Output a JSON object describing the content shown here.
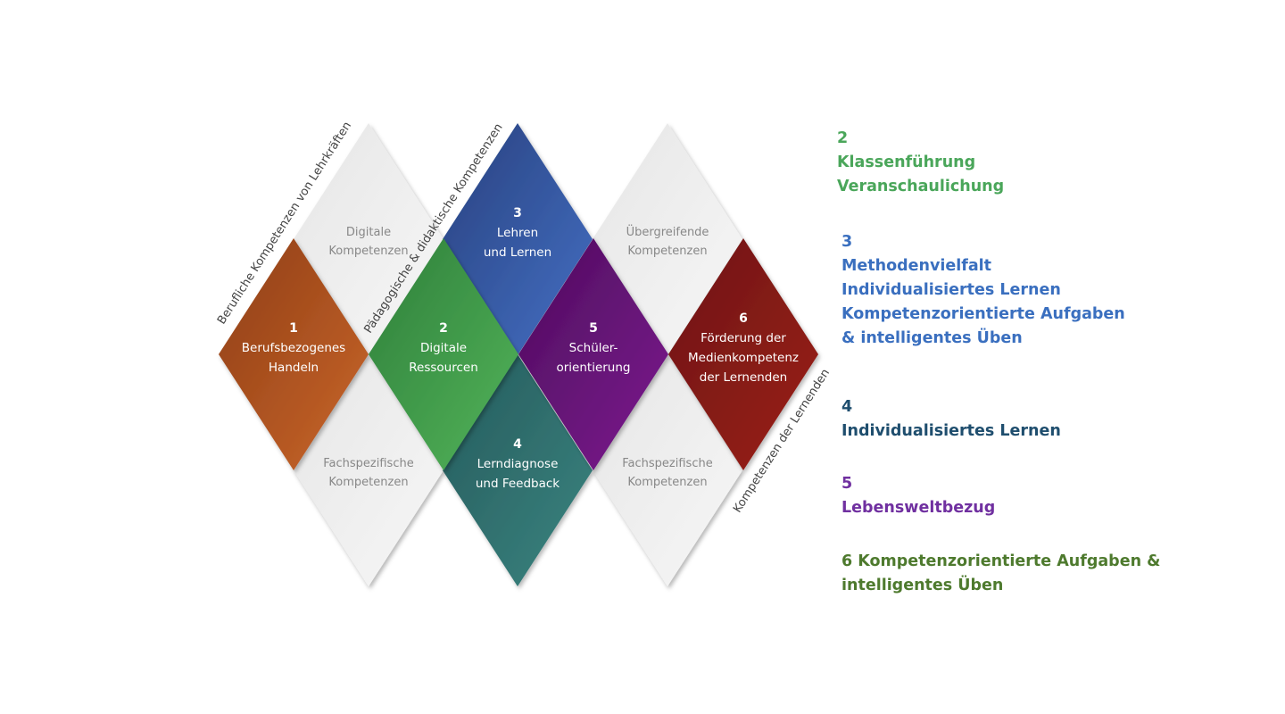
{
  "colors": {
    "orange": "#b5561e",
    "gray": "#ededed",
    "blue": "#3557a8",
    "green": "#3f9f4a",
    "purple": "#69157a",
    "red": "#8b1b15",
    "teal": "#2f6f6e",
    "legend2": "#4aa65a",
    "legend3": "#3a6fbf",
    "legend4": "#1f4e6e",
    "legend5": "#7030a0",
    "legend6": "#4e7a2e"
  },
  "axes": {
    "left": "Berufliche Kompetenzen von Lehrkräften",
    "middle": "Pädagogische & didaktische Kompetenzen",
    "right": "Kompetenzen der Lernenden"
  },
  "gray_areas": {
    "top_left": [
      "Digitale",
      "Kompetenzen"
    ],
    "top_right": [
      "Übergreifende",
      "Kompetenzen"
    ],
    "bottom_left": [
      "Fachspezifische",
      "Kompetenzen"
    ],
    "bottom_right": [
      "Fachspezifische",
      "Kompetenzen"
    ]
  },
  "areas": [
    {
      "number": "1",
      "lines": [
        "Berufsbezogenes",
        "Handeln"
      ]
    },
    {
      "number": "2",
      "lines": [
        "Digitale",
        "Ressourcen"
      ]
    },
    {
      "number": "3",
      "lines": [
        "Lehren",
        "und Lernen"
      ]
    },
    {
      "number": "4",
      "lines": [
        "Lerndiagnose",
        "und Feedback"
      ]
    },
    {
      "number": "5",
      "lines": [
        "Schüler-",
        "orientierung"
      ]
    },
    {
      "number": "6",
      "lines": [
        "Förderung der",
        "Medienkompetenz",
        "der Lernenden"
      ]
    }
  ],
  "legend": {
    "g2": [
      "2",
      "Klassenführung",
      "Veranschaulichung"
    ],
    "g3": [
      "3",
      "Methodenvielfalt",
      "Individualisiertes Lernen",
      "Kompetenzorientierte Aufgaben",
      "& intelligentes Üben"
    ],
    "g4": [
      "4",
      "Individualisiertes Lernen"
    ],
    "g5": [
      "5",
      "Lebensweltbezug"
    ],
    "g6": [
      "6 Kompetenzorientierte Aufgaben &",
      "intelligentes Üben"
    ]
  }
}
